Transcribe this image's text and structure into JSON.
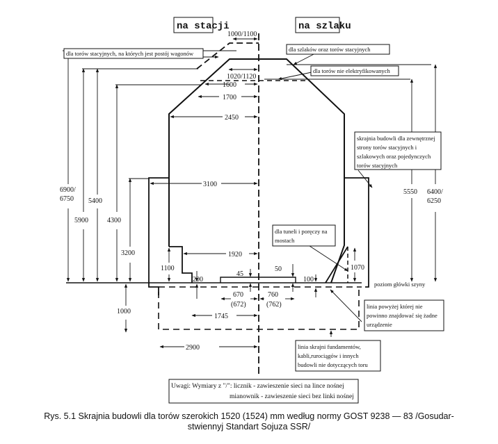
{
  "headers": {
    "station": "na stacji",
    "line": "na szlaku"
  },
  "callouts": {
    "station_tracks_wagons": "dla torów stacyjnych, na których jest postój wagonów",
    "lines_and_station": "dla szlaków oraz torów stacyjnych",
    "non_electrified": "dla torów nie elektryfikowanych",
    "outer_side": [
      "skrajnia budowli  dla zewnętrznej",
      "strony torów stacyjnych i",
      "szlakowych oraz pojedynczych",
      "torów stacyjnych"
    ],
    "tunnels": [
      "dla tuneli i poręczy na",
      "mostach"
    ],
    "line_above": [
      "linia powyżej której nie",
      "powinno znajdować się żadne",
      "urządzenie"
    ],
    "foundations": [
      "linia skrajni fundamentów,",
      "kabli,rurociągów i innych",
      "budowli nie dotyczących toru"
    ],
    "rail_level": "poziom główki  szyny"
  },
  "dimensions": {
    "w_1000_1100": "1000/1100",
    "w_1020_1120": "1020/1120",
    "w_1600": "1600",
    "w_1700": "1700",
    "w_2450": "2450",
    "w_3100": "3100",
    "w_1920": "1920",
    "w_1745": "1745",
    "w_2900": "2900",
    "w_670": "670",
    "w_672": "(672)",
    "w_760": "760",
    "w_762": "(762)",
    "h_6900": "6900/",
    "h_6750": "6750",
    "h_5900": "5900",
    "h_5400": "5400",
    "h_4300": "4300",
    "h_3200": "3200",
    "h_1100": "1100",
    "h_200": "200",
    "h_45": "45",
    "h_50": "50",
    "h_100": "100",
    "h_1070": "1070",
    "h_1000": "1000",
    "h_5550": "5550",
    "h_6400": "6400/",
    "h_6250": "6250"
  },
  "note": {
    "line1": "Uwagi: Wymiary z \"/\": licznik - zawieszenie sieci na lince nośnej",
    "line2": "mianownik - zawieszenie sieci bez linki nośnej"
  },
  "caption": {
    "line1": "Rys. 5.1 Skrajnia budowli dla torów szerokich 1520 (1524) mm według normy GOST 9238 — 83 /Gosudar-",
    "line2": "stwiennyj Standart Sojuza SSR/"
  }
}
